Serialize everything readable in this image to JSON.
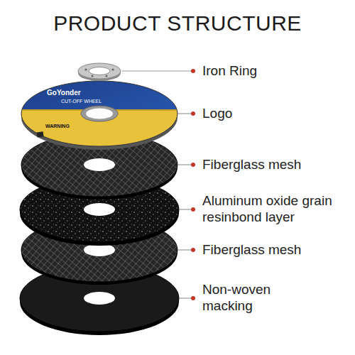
{
  "diagram": {
    "title": "PRODUCT STRUCTURE",
    "labels": [
      "Iron Ring",
      "GoYonder",
      "CUT-OFF WHEEL",
      "WARNING",
      "Logo",
      "Fiberglass mesh",
      "Aluminum oxide grain resinbond layer",
      "Fiberglass mesh",
      "Non-woven macking"
    ]
  }
}
